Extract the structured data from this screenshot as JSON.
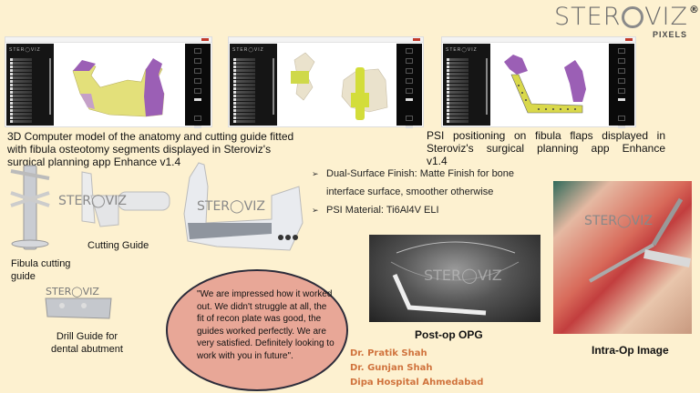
{
  "brand": {
    "logo_text": "STEROVIZ",
    "logo_pre": "STER",
    "logo_post": "VIZ",
    "registered_mark": "®",
    "logo_subtitle": "PIXELS"
  },
  "colors": {
    "background": "#fdf1d0",
    "quote_fill": "#e8a797",
    "doctor_names": "#d0733d",
    "guide_yellow": "#d9e05a",
    "anatomy_purple": "#9b5fb5"
  },
  "app_screenshots": [
    {
      "id": "anatomy-cutting-guide",
      "app": "Enhance v1.4",
      "view": "3D mandible with fibula segments"
    },
    {
      "id": "fibula-cutting-guide",
      "app": "Enhance v1.4",
      "view": "Fibula with cutting guide"
    },
    {
      "id": "psi-positioning",
      "app": "Enhance v1.4",
      "view": "PSI plate on fibula flaps"
    }
  ],
  "captions": {
    "left": "3D Computer model of the anatomy and cutting guide fitted with fibula osteotomy segments displayed in Steroviz's surgical planning app Enhance v1.4",
    "right": "PSI positioning on fibula flaps displayed in Steroviz's surgical planning app Enhance v1.4"
  },
  "bullets": [
    {
      "line1": "Dual-Surface Finish: Matte Finish for bone",
      "line2": "interface surface, smoother otherwise"
    },
    {
      "line1": "PSI Material: Ti6Al4V ELI"
    }
  ],
  "product_labels": {
    "fibula_cutting_guide": "Fibula cutting guide",
    "fibula_line1": "Fibula cutting",
    "fibula_line2": "guide",
    "cutting_guide": "Cutting Guide",
    "drill_guide_line1": "Drill Guide for",
    "drill_guide_line2": "dental abutment",
    "post_op": "Post-op OPG",
    "intra_op": "Intra-Op Image"
  },
  "testimonial": {
    "text": "\"We are impressed how it worked out. We didn't struggle at all, the fit of recon plate was good, the guides worked perfectly. We are very satisfied. Definitely looking to work with you in future\"."
  },
  "doctors": [
    "Dr. Pratik Shah",
    "Dr. Gunjan Shah",
    "Dipa Hospital Ahmedabad"
  ]
}
